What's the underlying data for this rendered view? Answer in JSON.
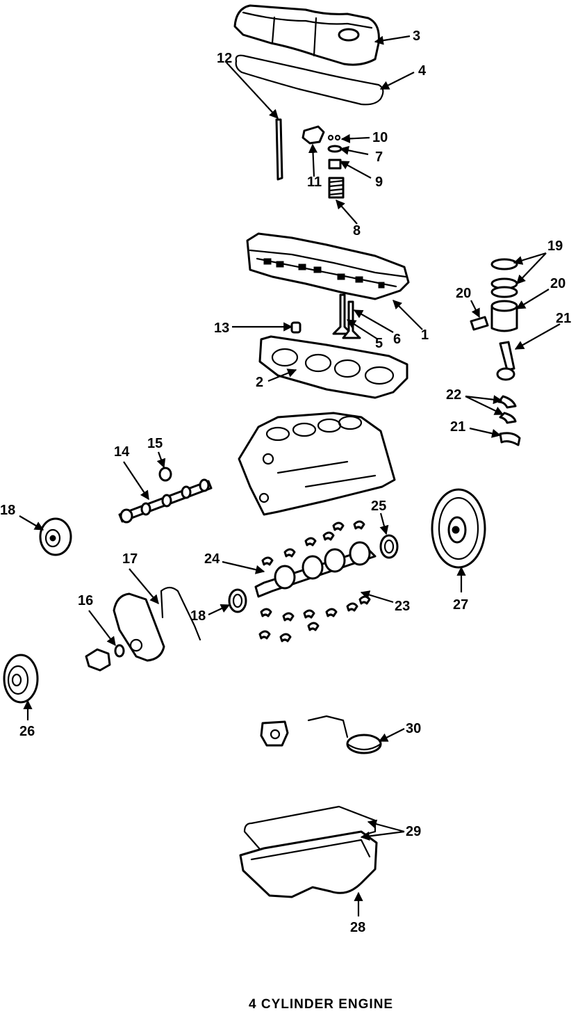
{
  "caption": "4 CYLINDER ENGINE",
  "callouts": {
    "c1": "1",
    "c2": "2",
    "c3": "3",
    "c4": "4",
    "c5": "5",
    "c6": "6",
    "c7": "7",
    "c8": "8",
    "c9": "9",
    "c10": "10",
    "c11": "11",
    "c12": "12",
    "c13": "13",
    "c14": "14",
    "c15": "15",
    "c16": "16",
    "c17": "17",
    "c18a": "18",
    "c18b": "18",
    "c19": "19",
    "c20a": "20",
    "c20b": "20",
    "c21a": "21",
    "c21b": "21",
    "c22": "22",
    "c23": "23",
    "c24": "24",
    "c25": "25",
    "c26": "26",
    "c27": "27",
    "c28": "28",
    "c29": "29",
    "c30": "30"
  },
  "colors": {
    "ink": "#000000",
    "paper": "#ffffff"
  }
}
